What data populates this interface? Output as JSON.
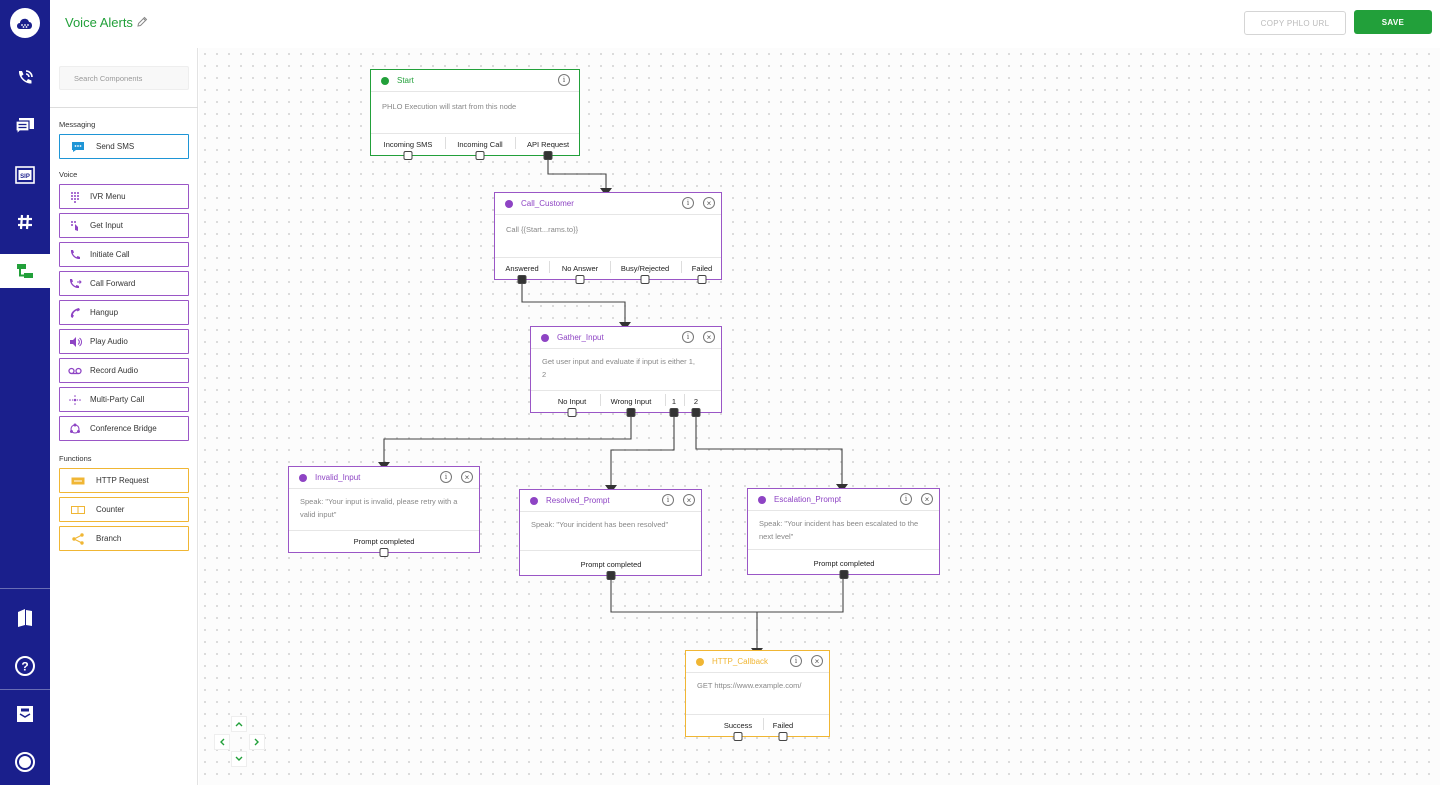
{
  "header": {
    "title": "Voice Alerts",
    "copy_url_label": "COPY PHLO URL",
    "save_label": "SAVE"
  },
  "palette": {
    "search_placeholder": "Search Components",
    "sections": {
      "messaging": "Messaging",
      "voice": "Voice",
      "functions": "Functions"
    },
    "messaging_items": [
      "Send SMS"
    ],
    "voice_items": [
      "IVR Menu",
      "Get Input",
      "Initiate Call",
      "Call Forward",
      "Hangup",
      "Play Audio",
      "Record Audio",
      "Multi-Party Call",
      "Conference Bridge"
    ],
    "function_items": [
      "HTTP Request",
      "Counter",
      "Branch"
    ]
  },
  "colors": {
    "brand_green": "#22a03a",
    "rail_blue": "#1a1f8c",
    "voice_purple": "#8e44c4",
    "messaging_blue": "#1e95d6",
    "function_yellow": "#f0b634"
  },
  "nodes": {
    "start": {
      "title": "Start",
      "body": "PHLO Execution will start from this node",
      "ports": [
        "Incoming SMS",
        "Incoming Call",
        "API Request"
      ]
    },
    "call_customer": {
      "title": "Call_Customer",
      "body": "Call {{Start...rams.to}}",
      "ports": [
        "Answered",
        "No Answer",
        "Busy/Rejected",
        "Failed"
      ]
    },
    "gather_input": {
      "title": "Gather_Input",
      "body": "Get user input and evaluate if input is either 1, 2",
      "ports": [
        "No Input",
        "Wrong Input",
        "1",
        "2"
      ]
    },
    "invalid_input": {
      "title": "Invalid_Input",
      "body": "Speak: \"Your input is invalid, please retry with a valid input\"",
      "ports": [
        "Prompt completed"
      ]
    },
    "resolved_prompt": {
      "title": "Resolved_Prompt",
      "body": "Speak: \"Your incident has been resolved\"",
      "ports": [
        "Prompt completed"
      ]
    },
    "escalation_prompt": {
      "title": "Escalation_Prompt",
      "body": "Speak: \"Your incident has been escalated to the next level\"",
      "ports": [
        "Prompt completed"
      ]
    },
    "http_callback": {
      "title": "HTTP_Callback",
      "body": "GET https://www.example.com/",
      "ports": [
        "Success",
        "Failed"
      ]
    }
  },
  "icons": {
    "rail": [
      "plivo-logo-icon",
      "voice-api-icon",
      "messaging-icon",
      "sip-icon",
      "numbers-icon",
      "phlo-icon",
      "docs-icon",
      "help-icon",
      "support-icon",
      "account-icon"
    ],
    "node_info": "info-icon",
    "node_close": "close-icon"
  }
}
